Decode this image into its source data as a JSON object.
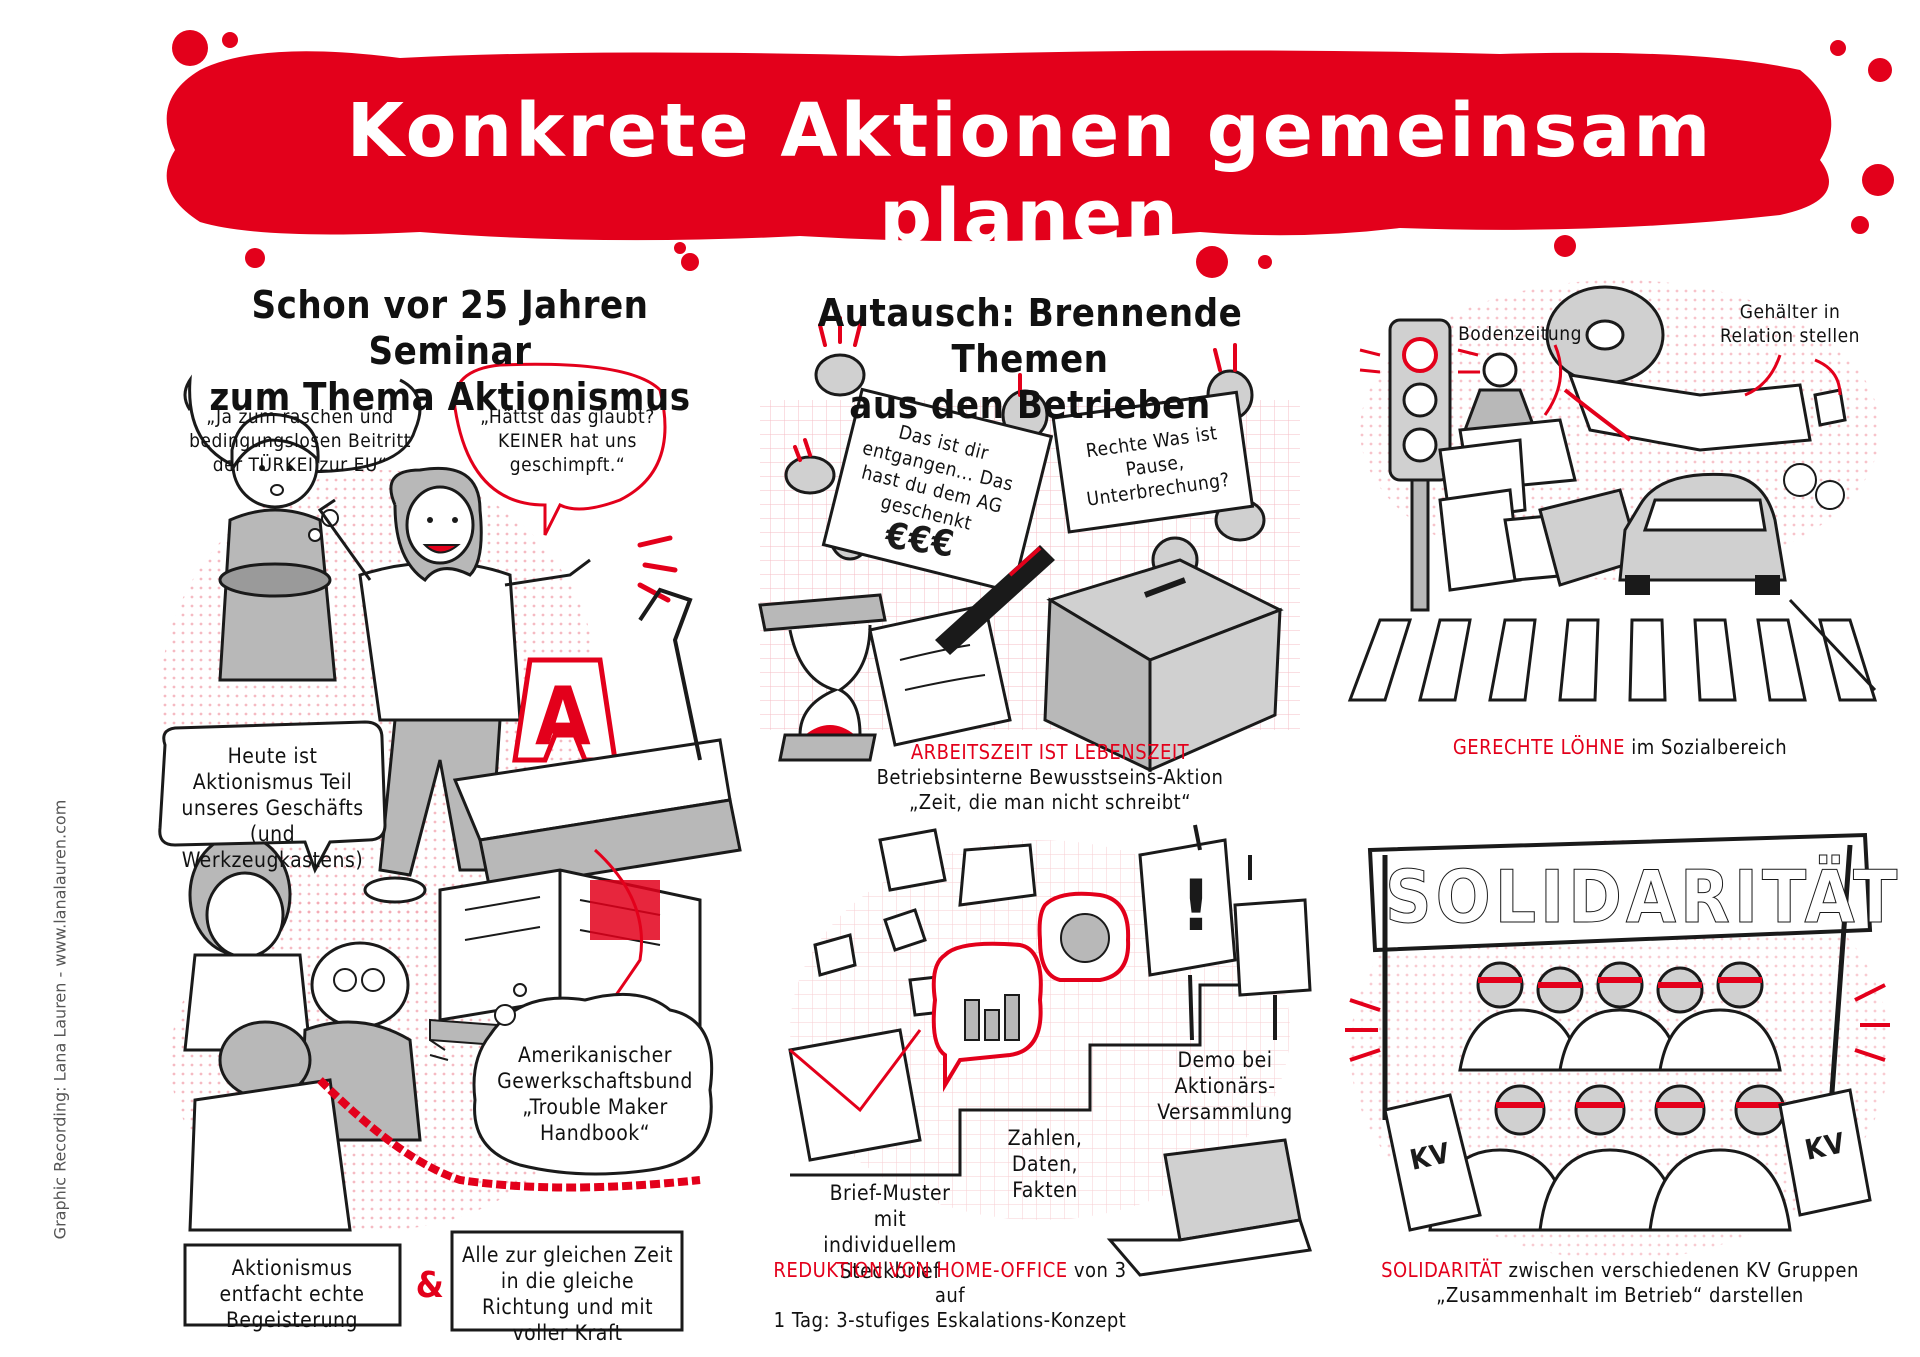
{
  "title": "Konkrete Aktionen gemeinsam planen",
  "panel_left": {
    "heading_line1": "Schon vor 25 Jahren Seminar",
    "heading_line2": "zum Thema Aktionismus",
    "quote_turkey": "„Ja zum raschen und bedingungslosen Beitritt der TÜRKEI zur EU“",
    "quote_believe": "„Hättst das glaubt? KEINER hat uns geschimpft.“",
    "note_today": "Heute ist Aktionismus Teil unseres Geschäfts (und Werkzeugkastens)",
    "note_handbook": "Amerikanischer Gewerkschaftsbund „Trouble Maker Handbook“",
    "note_enthusiasm": "Aktionismus entfacht echte Begeisterung",
    "ampersand": "&",
    "note_same_time": "Alle zur gleichen Zeit in die gleiche Richtung und mit voller Kraft",
    "toolbox_letter": "A"
  },
  "panel_middle": {
    "heading_line1": "Autausch: Brennende Themen",
    "heading_line2": "aus den Betrieben",
    "card_lost": "Das ist dir entgangen... Das hast du dem AG geschenkt",
    "card_euro": "€€€",
    "card_rights": "Rechte Was ist Pause, Unterbrechung?",
    "caption_worktime_red": "ARBEITSZEIT IST LEBENSZEIT",
    "caption_worktime_line2": "Betriebsinterne Bewusstseins-Aktion",
    "caption_worktime_line3": "„Zeit, die man nicht schreibt“",
    "step_demo": "Demo bei Aktionärs-Versammlung",
    "step_numbers": "Zahlen, Daten, Fakten",
    "step_letter": "Brief-Muster mit individuellem Steckbrief",
    "caption_home_red": "REDUKTION VON HOME-OFFICE",
    "caption_home_rest": " von 3 auf",
    "caption_home_line2": "1 Tag: 3-stufiges Eskalations-Konzept"
  },
  "panel_right": {
    "label_floor": "Bodenzeitung",
    "label_salary": "Gehälter in Relation stellen",
    "caption_wages_red": "GERECHTE LÖHNE",
    "caption_wages_rest": " im Sozialbereich",
    "banner": "SOLIDARITÄT",
    "kv_left": "KV",
    "kv_right": "KV",
    "caption_solidarity_red": "SOLIDARITÄT",
    "caption_solidarity_rest": " zwischen verschiedenen KV Gruppen",
    "caption_solidarity_line2": "„Zusammenhalt im Betrieb“ darstellen"
  },
  "credit": "Graphic Recording: Lana Lauren - www.lanalauren.com",
  "colors": {
    "accent": "#e3001b",
    "ink": "#1a1a1a",
    "grey": "#b8b8b8",
    "paper": "#ffffff",
    "pink": "#f6b9c0"
  }
}
